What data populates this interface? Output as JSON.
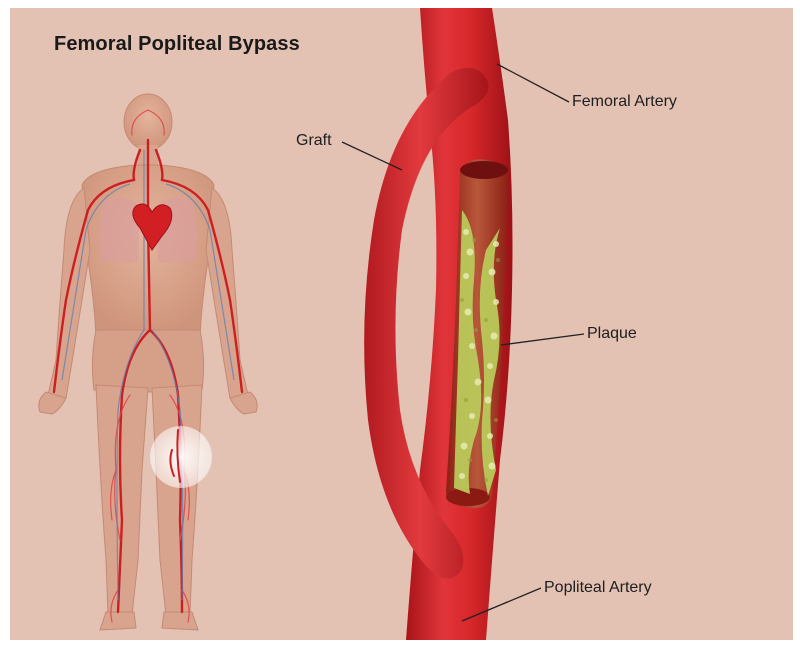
{
  "title": "Femoral Popliteal Bypass",
  "labels": {
    "femoral_artery": "Femoral Artery",
    "graft": "Graft",
    "plaque": "Plaque",
    "popliteal_artery": "Popliteal Artery"
  },
  "colors": {
    "background": "#e3c2b4",
    "artery": "#d8282b",
    "artery_dark": "#a81419",
    "plaque": "#b9c95a",
    "skin": "#d9a48d"
  }
}
